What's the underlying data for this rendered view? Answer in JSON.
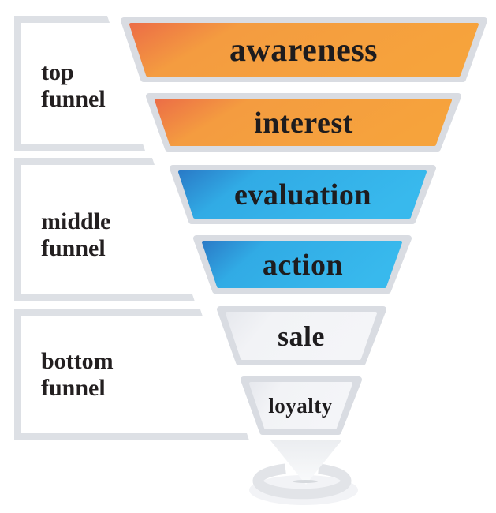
{
  "funnel": {
    "stages": [
      {
        "label": "awareness",
        "tier": "top",
        "palette": "orange"
      },
      {
        "label": "interest",
        "tier": "top",
        "palette": "orange"
      },
      {
        "label": "evaluation",
        "tier": "middle",
        "palette": "blue"
      },
      {
        "label": "action",
        "tier": "middle",
        "palette": "blue"
      },
      {
        "label": "sale",
        "tier": "bottom",
        "palette": "light"
      },
      {
        "label": "loyalty",
        "tier": "bottom",
        "palette": "light"
      }
    ]
  },
  "sections": [
    {
      "lines": [
        "top",
        "funnel"
      ]
    },
    {
      "lines": [
        "middle",
        "funnel"
      ]
    },
    {
      "lines": [
        "bottom",
        "funnel"
      ]
    }
  ],
  "colors": {
    "orange_dark": "#ec6e46",
    "orange_main": "#f49c40",
    "orange_light": "#f6a33c",
    "blue_dark": "#2a7cc8",
    "blue_main": "#31abe5",
    "blue_light": "#38b9ed",
    "light_dark": "#e7e9ee",
    "light_main": "#f2f3f6",
    "light_light": "#f4f5f8",
    "border_gray": "#d9dce2",
    "bracket_gray": "#dde0e5",
    "ring_gray": "#e2e4e8",
    "shadow_gray": "#f2f3f6",
    "dash_gray": "#d7dade",
    "pour_top": "#ebedf0",
    "pour_bottom": "#fafbfc",
    "text_black": "#1e1c1e"
  }
}
